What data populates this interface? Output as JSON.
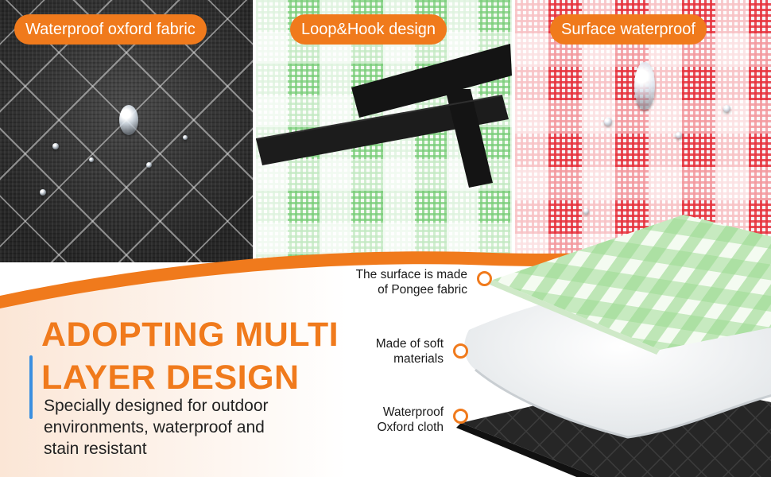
{
  "badges": {
    "left": "Waterproof oxford fabric",
    "middle": "Loop&Hook  design",
    "right": "Surface waterproof"
  },
  "heading": {
    "line1": "ADOPTING MULTI",
    "line2": "LAYER DESIGN"
  },
  "description": {
    "line1": "Specially designed for outdoor",
    "line2": "environments, waterproof and",
    "line3": "stain resistant"
  },
  "callouts": {
    "top": {
      "line1": "The surface is made",
      "line2": "of Pongee fabric"
    },
    "middle": {
      "line1": "Made of soft",
      "line2": "materials"
    },
    "bottom": {
      "line1": "Waterproof",
      "line2": "Oxford cloth"
    }
  },
  "colors": {
    "accent": "#f07a1c",
    "bar": "#3a8fe0",
    "text": "#222222"
  }
}
